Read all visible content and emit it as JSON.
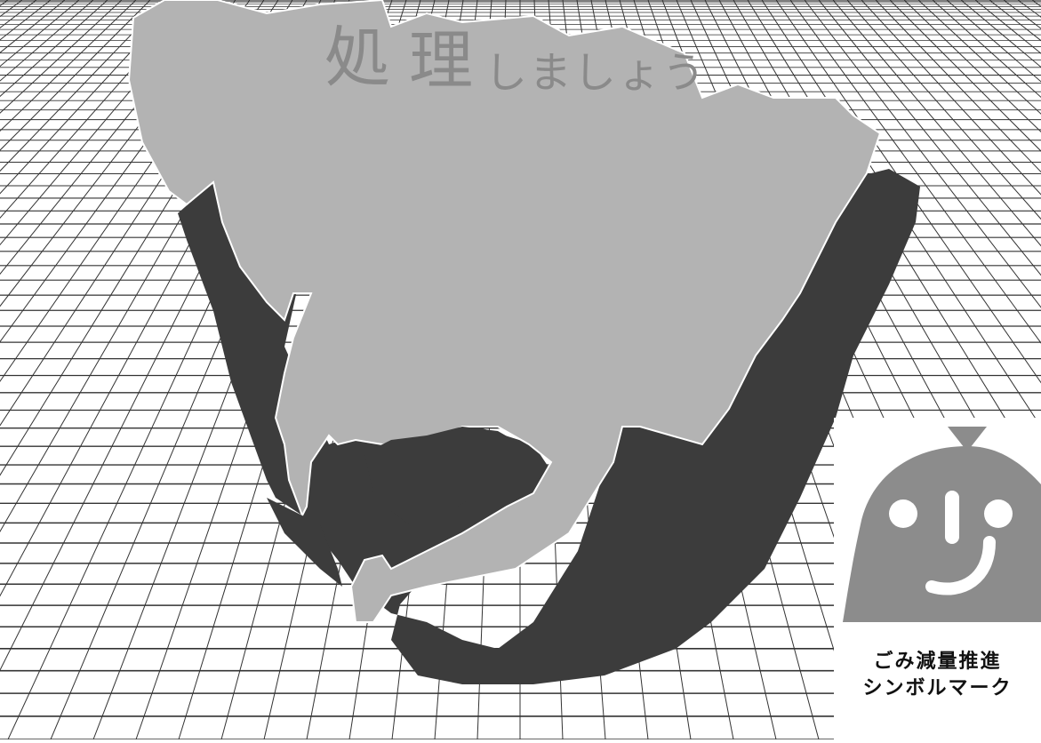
{
  "title": {
    "kanji_1": "処",
    "kanji_2": "理",
    "kana": "しましょう"
  },
  "mark": {
    "caption_line1": "ごみ減量推進",
    "caption_line2": "シンボルマーク"
  },
  "colors": {
    "grid": "#333333",
    "map_light": "#b3b3b3",
    "map_shadow": "#3c3c3c",
    "title": "#8a8a8a",
    "mark": "#8c8c8c"
  },
  "icons": [
    "perspective-grid",
    "aichi-prefecture-map",
    "garbage-reduction-symbol-icon"
  ]
}
